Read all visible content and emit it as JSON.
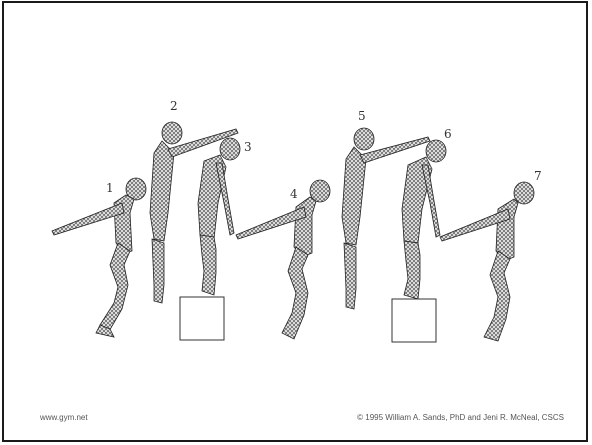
{
  "sequence": {
    "labels": [
      "1",
      "2",
      "3",
      "4",
      "5",
      "6",
      "7"
    ]
  },
  "footer": {
    "site": "www.gym.net",
    "copyright": "© 1995 William A. Sands, PhD and Jeni R. McNeal, CSCS"
  }
}
